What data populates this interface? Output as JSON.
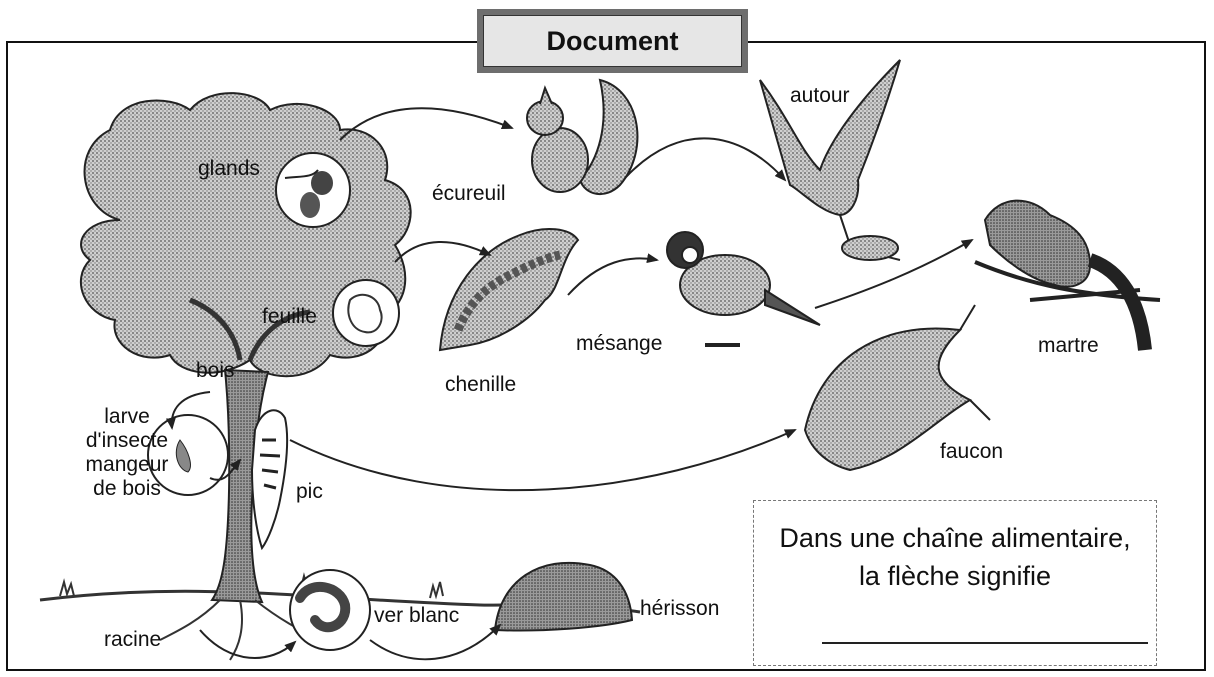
{
  "title": "Document",
  "labels": {
    "glands": "glands",
    "feuille": "feuille",
    "bois": "bois",
    "larve": "larve\nd'insecte\nmangeur\nde bois",
    "pic": "pic",
    "racine": "racine",
    "ver_blanc": "ver blanc",
    "herisson": "hérisson",
    "ecureuil": "écureuil",
    "chenille": "chenille",
    "mesange": "mésange",
    "autour": "autour",
    "martre": "martre",
    "faucon": "faucon"
  },
  "caption": {
    "line1": "Dans une chaîne alimentaire,",
    "line2": "la flèche signifie"
  }
}
